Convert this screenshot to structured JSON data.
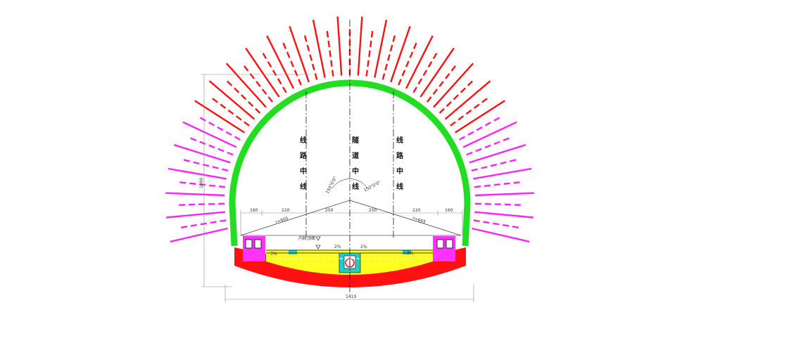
{
  "colors": {
    "lining": "#22dd22",
    "invert": "#ff1111",
    "fill": "#ffff22",
    "ditch": "#ff33ff",
    "drain": "#22cccc",
    "bolt_upper": "#ff1111",
    "bolt_lower": "#ff22ff"
  },
  "center_labels": {
    "left": [
      "线",
      "路",
      "中",
      "线"
    ],
    "middle": [
      "隧",
      "道",
      "中",
      "线"
    ],
    "right": [
      "线",
      "路",
      "中",
      "线"
    ]
  },
  "dimensions": {
    "top_row": [
      "160",
      "220",
      "250",
      "250",
      "220",
      "160"
    ],
    "bottom_width": "1410",
    "left_height": "1090"
  },
  "annotations": {
    "angle_left": "150°0'0\"",
    "angle_right": "150°0'0\"",
    "radius_left": "r=665",
    "radius_right": "r=665",
    "slope_left": "2%",
    "slope_right": "2%",
    "slope_far_left": "3%",
    "slope_far_right": "3%",
    "road_surface": "内轨顶面"
  }
}
